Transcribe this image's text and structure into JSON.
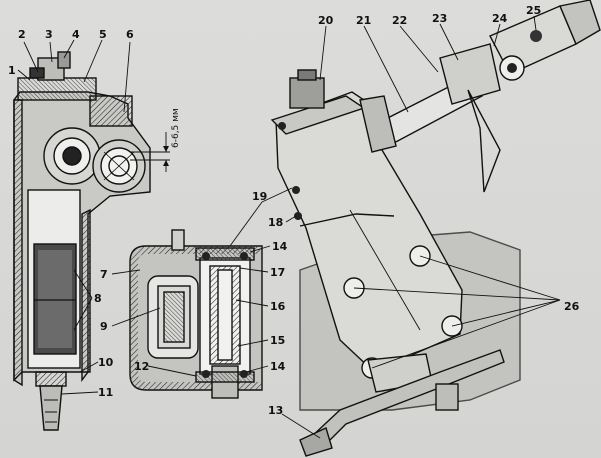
{
  "dimension_label": "6-6,5 мм",
  "callouts": [
    {
      "id": "c1",
      "text": "1"
    },
    {
      "id": "c2",
      "text": "2"
    },
    {
      "id": "c3",
      "text": "3"
    },
    {
      "id": "c4",
      "text": "4"
    },
    {
      "id": "c5",
      "text": "5"
    },
    {
      "id": "c6",
      "text": "6"
    },
    {
      "id": "c7",
      "text": "7"
    },
    {
      "id": "c8",
      "text": "8"
    },
    {
      "id": "c9",
      "text": "9"
    },
    {
      "id": "c10",
      "text": "10"
    },
    {
      "id": "c11",
      "text": "11"
    },
    {
      "id": "c12",
      "text": "12"
    },
    {
      "id": "c13",
      "text": "13"
    },
    {
      "id": "c14a",
      "text": "14"
    },
    {
      "id": "c14b",
      "text": "14"
    },
    {
      "id": "c15",
      "text": "15"
    },
    {
      "id": "c16",
      "text": "16"
    },
    {
      "id": "c17",
      "text": "17"
    },
    {
      "id": "c18",
      "text": "18"
    },
    {
      "id": "c19",
      "text": "19"
    },
    {
      "id": "c20",
      "text": "20"
    },
    {
      "id": "c21",
      "text": "21"
    },
    {
      "id": "c22",
      "text": "22"
    },
    {
      "id": "c23",
      "text": "23"
    },
    {
      "id": "c24",
      "text": "24"
    },
    {
      "id": "c25",
      "text": "25"
    },
    {
      "id": "c26",
      "text": "26"
    }
  ]
}
